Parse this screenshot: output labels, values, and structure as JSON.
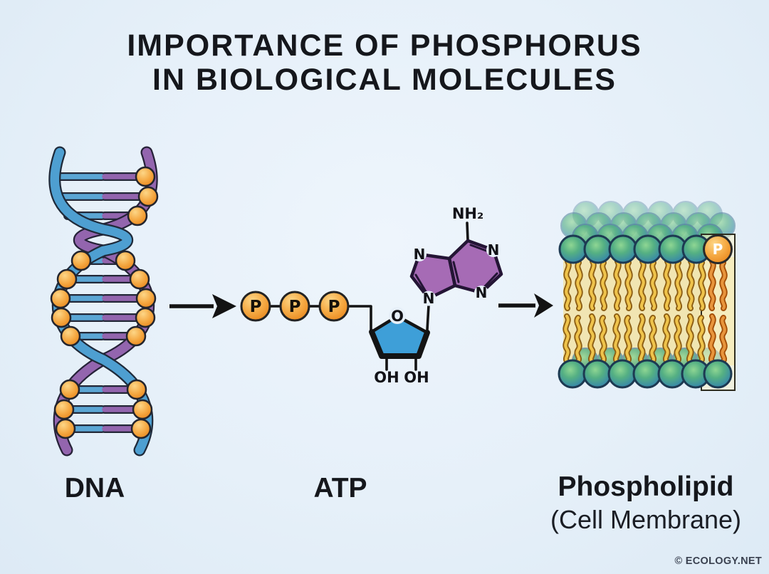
{
  "title": {
    "line1": "IMPORTANCE OF PHOSPHORUS",
    "line2": "IN BIOLOGICAL MOLECULES"
  },
  "diagram": {
    "dna": {
      "label": "DNA"
    },
    "atp": {
      "label": "ATP",
      "phosphate_label": "P",
      "oxygen_label": "O",
      "hydroxyl_label": "OH",
      "nitrogen_label": "N",
      "amine_label": "NH₂"
    },
    "phospholipid": {
      "label": "Phospholipid",
      "sublabel": "(Cell Membrane)",
      "phosphate_label": "P"
    }
  },
  "credit": "© ECOLOGY.NET",
  "colors": {
    "background": "#E7F0F9",
    "title_text": "#15171C",
    "strand_blue": "#4E9FD1",
    "strand_purple": "#9365AE",
    "phosphate_orange": "#F2A13C",
    "ribose_blue": "#3E9FD8",
    "adenine_purple": "#A66BB5",
    "membrane_head_blue": "#2E7CB5",
    "membrane_head_green": "#55B083",
    "tail_yellow": "#EFC34B",
    "highlight_tail_orange": "#E8953C",
    "arrow": "#131313"
  }
}
